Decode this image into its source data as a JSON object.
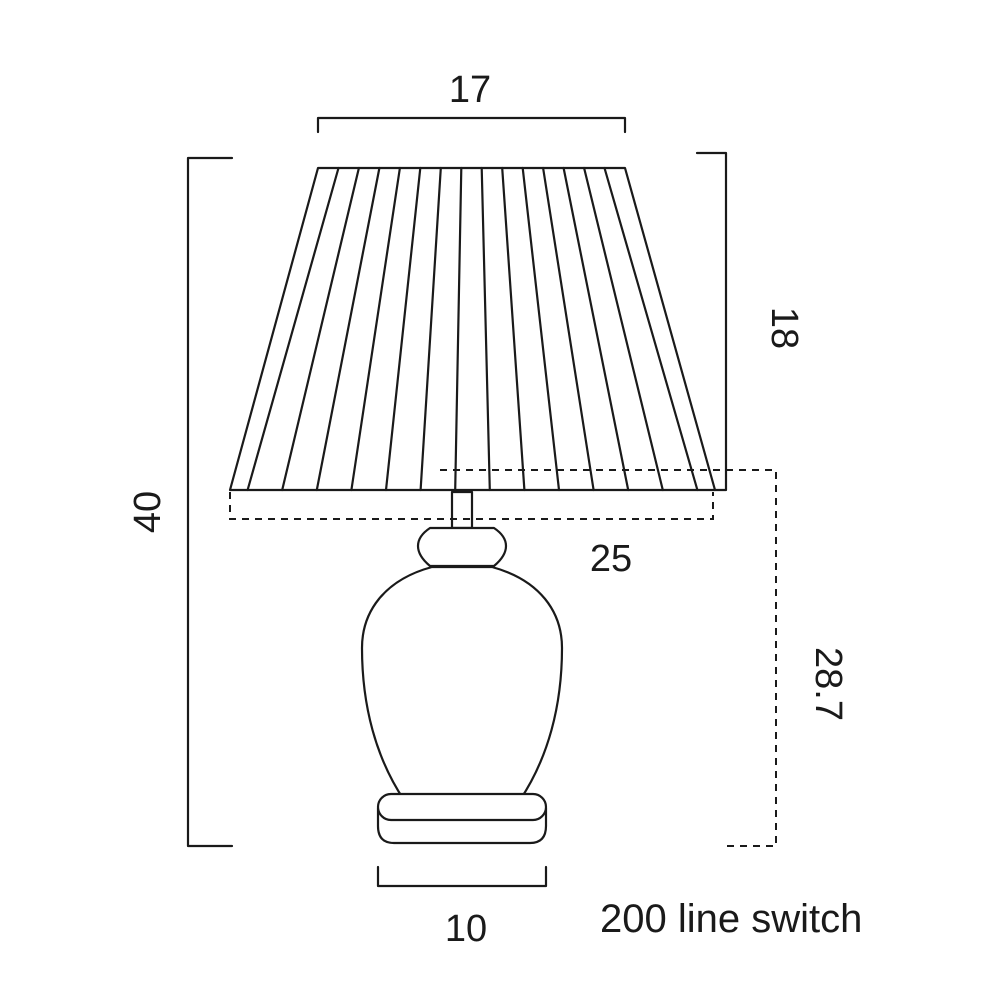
{
  "diagram": {
    "dimensions": {
      "shade_top_width": "17",
      "shade_height": "18",
      "total_height": "40",
      "shade_bottom_width": "25",
      "base_height": "28.7",
      "base_width": "10"
    },
    "note": "200 line switch"
  },
  "colors": {
    "ink": "#1a1a1a",
    "background": "#ffffff"
  }
}
